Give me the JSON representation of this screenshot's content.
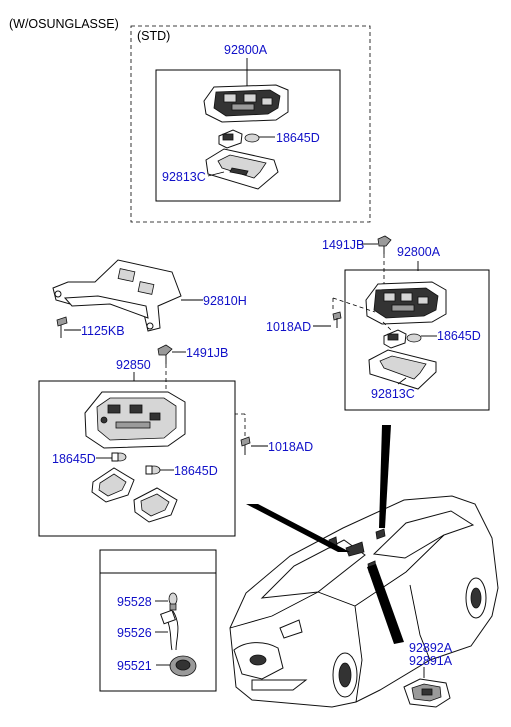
{
  "header": {
    "variant": "(W/OSUNGLASSE)",
    "std": "(STD)"
  },
  "labels": {
    "p92800A_top": "92800A",
    "p18645D_top": "18645D",
    "p92813C_top": "92813C",
    "p1491JB_right": "1491JB",
    "p92800A_right": "92800A",
    "p1018AD_right": "1018AD",
    "p18645D_right": "18645D",
    "p92813C_right": "92813C",
    "p92810H": "92810H",
    "p1125KB": "1125KB",
    "p1491JB_mid": "1491JB",
    "p92850": "92850",
    "p1018AD_mid": "1018AD",
    "p18645D_left": "18645D",
    "p18645D_mid": "18645D",
    "p95528": "95528",
    "p95526": "95526",
    "p95521": "95521",
    "p92892A": "92892A",
    "p92891A": "92891A"
  }
}
